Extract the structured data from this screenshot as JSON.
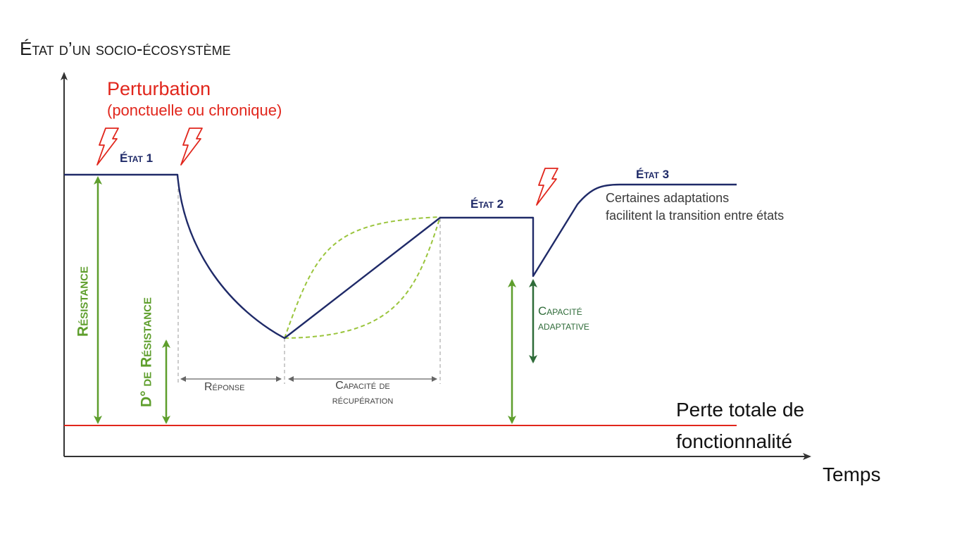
{
  "axes": {
    "y_label": "État d’un socio-écosystème",
    "x_label": "Temps"
  },
  "perturbation": {
    "title": "Perturbation",
    "subtitle": "(ponctuelle ou chronique)"
  },
  "states": {
    "state1": "État 1",
    "state2": "État 2",
    "state3": "État 3"
  },
  "state3_note": {
    "line1": "Certaines adaptations",
    "line2": "facilitent la transition entre états"
  },
  "segments": {
    "response": "Réponse",
    "recovery_line1": "Capacité de",
    "recovery_line2": "récupération"
  },
  "measures": {
    "resistance": "Résistance",
    "degree_resistance": "D° de Résistance",
    "adaptive_line1": "Capacité",
    "adaptive_line2": "adaptative"
  },
  "total_loss": {
    "line1": "Perte totale de",
    "line2": "fonctionnalité"
  },
  "colors": {
    "state_curve": "#1f2a68",
    "alternative_curves": "#9bc53d",
    "loss_line": "#e1261c",
    "perturbation": "#e1261c",
    "resistance_arrows": "#5e9e2c",
    "adaptive_arrow": "#2e6b38",
    "axes": "#333333"
  },
  "icons": {
    "perturbation": "lightning-bolt-icon"
  }
}
